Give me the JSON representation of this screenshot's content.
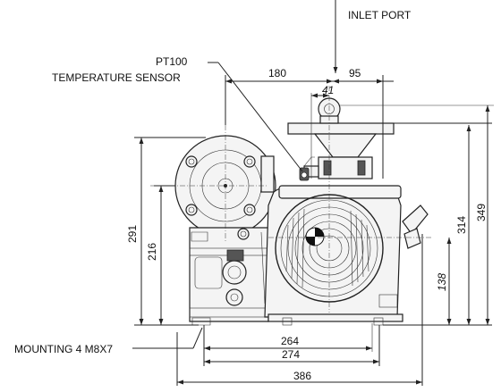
{
  "labels": {
    "inlet_port": "INLET PORT",
    "pt100": "PT100",
    "temperature_sensor": "TEMPERATURE SENSOR",
    "mounting": "MOUNTING 4 M8X7"
  },
  "dimensions": {
    "d180": "180",
    "d95": "95",
    "d41": "41",
    "d291": "291",
    "d216": "216",
    "d314": "314",
    "d349": "349",
    "d138": "138",
    "d264": "264",
    "d274": "274",
    "d386": "386"
  }
}
